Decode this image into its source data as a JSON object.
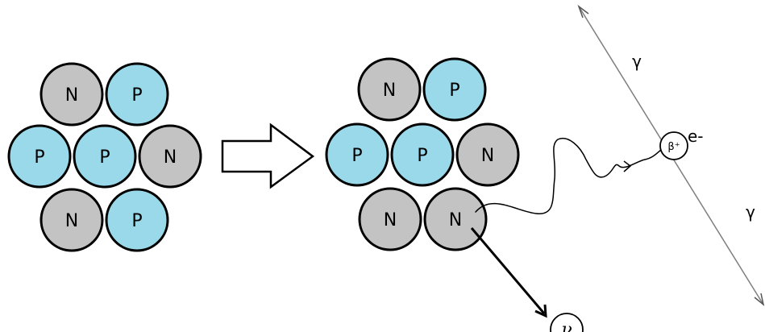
{
  "colors": {
    "neutron": "#c3c3c3",
    "proton": "#99d9ea",
    "outline": "#000000",
    "gamma_line": "#7f7f7f"
  },
  "nucleus_before": {
    "rows": [
      [
        "N",
        "P"
      ],
      [
        "P",
        "P",
        "N"
      ],
      [
        "N",
        "P"
      ]
    ]
  },
  "transform_arrow": {
    "icon": "hollow-right-arrow"
  },
  "nucleus_after": {
    "rows": [
      [
        "N",
        "P"
      ],
      [
        "P",
        "P",
        "N"
      ],
      [
        "N",
        "N"
      ]
    ]
  },
  "labels": {
    "gamma_top": "γ",
    "gamma_bottom": "γ",
    "beta_plus": "β⁺",
    "electron": "e-",
    "neutrino": "ν"
  }
}
